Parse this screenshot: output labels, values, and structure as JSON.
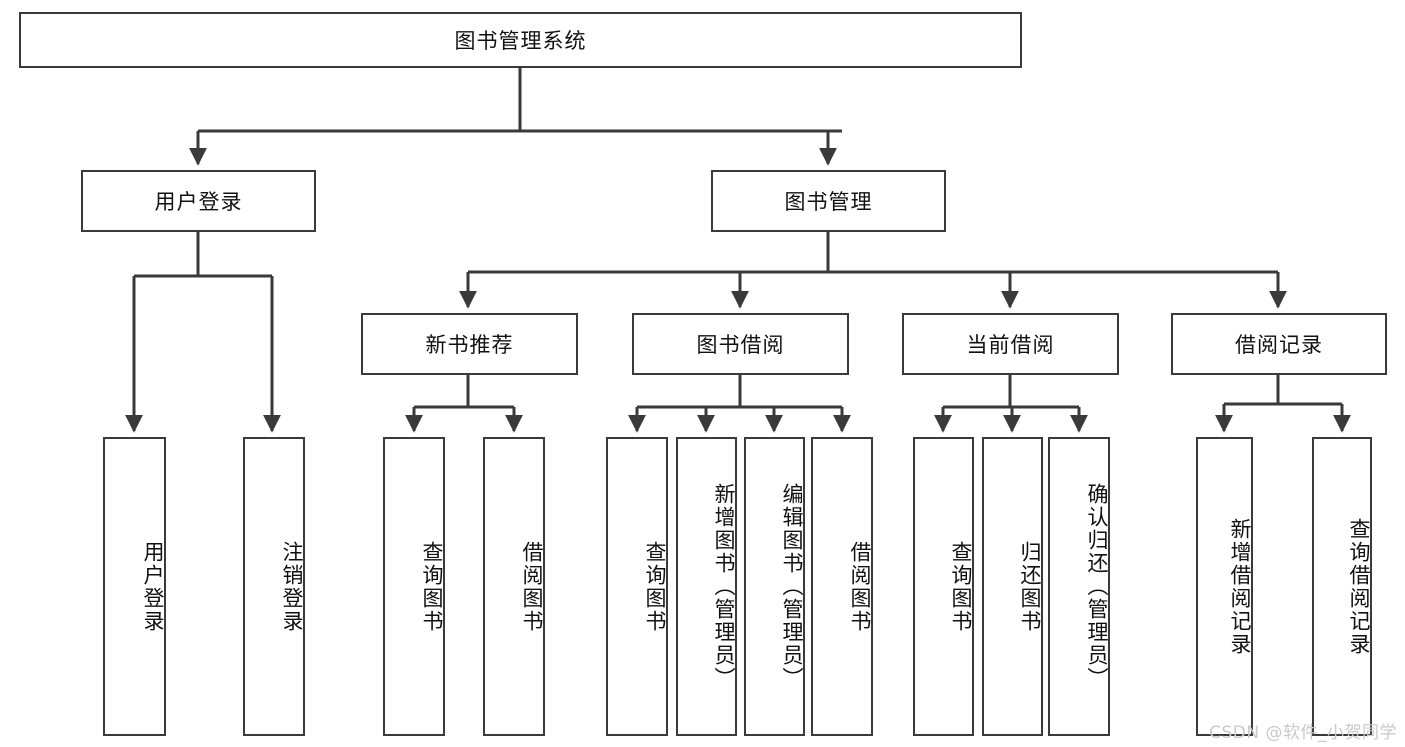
{
  "diagram": {
    "type": "tree-hierarchy",
    "title": "图书管理系统",
    "watermark": "CSDN @软件_小贺同学",
    "colors": {
      "box_border": "#3a3a3a",
      "box_fill": "#ffffff",
      "connector": "#3a3a3a",
      "text": "#111111",
      "watermark": "#c9c9c9",
      "background": "#ffffff"
    },
    "root": {
      "label": "图书管理系统"
    },
    "level1": [
      {
        "label": "用户登录"
      },
      {
        "label": "图书管理"
      }
    ],
    "level2": [
      {
        "label": "新书推荐"
      },
      {
        "label": "图书借阅"
      },
      {
        "label": "当前借阅"
      },
      {
        "label": "借阅记录"
      }
    ],
    "leaves": {
      "user_login": [
        {
          "label": "用户登录"
        },
        {
          "label": "注销登录"
        }
      ],
      "new_book_recommend": [
        {
          "label": "查询图书"
        },
        {
          "label": "借阅图书"
        }
      ],
      "book_borrow": [
        {
          "label": "查询图书"
        },
        {
          "label": "新增图书（管理员）"
        },
        {
          "label": "编辑图书（管理员）"
        },
        {
          "label": "借阅图书"
        }
      ],
      "current_borrow": [
        {
          "label": "查询图书"
        },
        {
          "label": "归还图书"
        },
        {
          "label": "确认归还（管理员）"
        }
      ],
      "borrow_record": [
        {
          "label": "新增借阅记录"
        },
        {
          "label": "查询借阅记录"
        }
      ]
    }
  }
}
